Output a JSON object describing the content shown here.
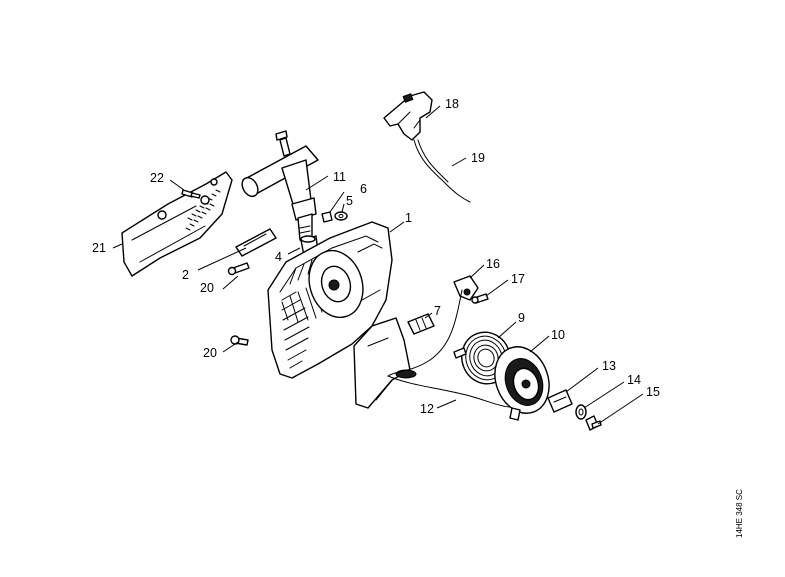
{
  "diagram": {
    "labels": {
      "l1": "1",
      "l2": "2",
      "l4": "4",
      "l5": "5",
      "l6": "6",
      "l7": "7",
      "l9": "9",
      "l10": "10",
      "l11": "11",
      "l12": "12",
      "l13": "13",
      "l14": "14",
      "l15": "15",
      "l16": "16",
      "l17": "17",
      "l18": "18",
      "l19": "19",
      "l20a": "20",
      "l20b": "20",
      "l21": "21",
      "l22": "22"
    },
    "drawing_code": "14HE 348 SC"
  }
}
